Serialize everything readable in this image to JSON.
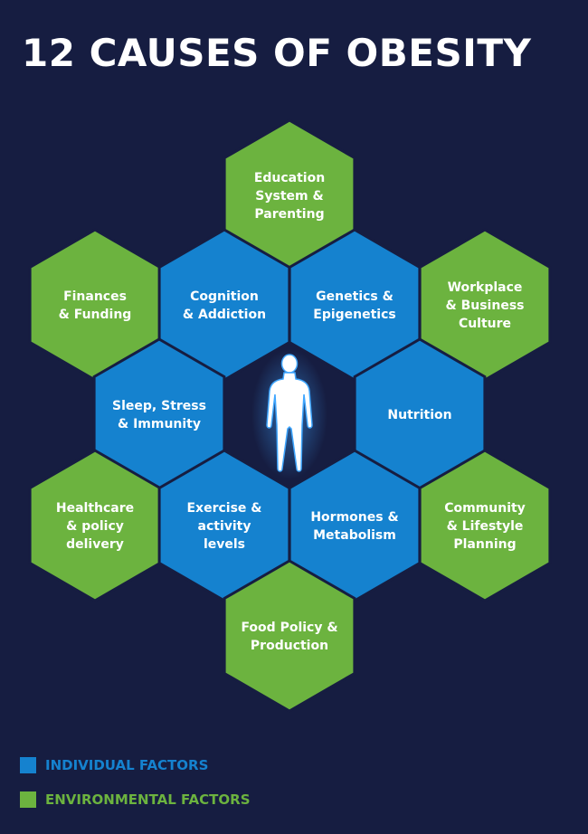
{
  "title": "12 CAUSES OF OBESITY",
  "colors": {
    "background": "#161d41",
    "individual": "#1582cf",
    "environmental": "#6cb33f",
    "outline": "#161d41",
    "figure": "#ffffff",
    "figure_glow": "#3fa6ff"
  },
  "legend": [
    {
      "label": "INDIVIDUAL FACTORS",
      "category": "individual"
    },
    {
      "label": "ENVIRONMENTAL FACTORS",
      "category": "environmental"
    }
  ],
  "center_icon": "human-body-icon",
  "causes": [
    {
      "id": "education",
      "category": "environmental",
      "lines": [
        "Education",
        "System &",
        "Parenting"
      ]
    },
    {
      "id": "finances",
      "category": "environmental",
      "lines": [
        "Finances",
        "& Funding"
      ]
    },
    {
      "id": "cognition",
      "category": "individual",
      "lines": [
        "Cognition",
        "& Addiction"
      ]
    },
    {
      "id": "genetics",
      "category": "individual",
      "lines": [
        "Genetics &",
        "Epigenetics"
      ]
    },
    {
      "id": "workplace",
      "category": "environmental",
      "lines": [
        "Workplace",
        "& Business",
        "Culture"
      ]
    },
    {
      "id": "sleep",
      "category": "individual",
      "lines": [
        "Sleep, Stress",
        "& Immunity"
      ]
    },
    {
      "id": "nutrition",
      "category": "individual",
      "lines": [
        "Nutrition"
      ]
    },
    {
      "id": "healthcare",
      "category": "environmental",
      "lines": [
        "Healthcare",
        "& policy",
        "delivery"
      ]
    },
    {
      "id": "exercise",
      "category": "individual",
      "lines": [
        "Exercise &",
        "activity",
        "levels"
      ]
    },
    {
      "id": "hormones",
      "category": "individual",
      "lines": [
        "Hormones &",
        "Metabolism"
      ]
    },
    {
      "id": "community",
      "category": "environmental",
      "lines": [
        "Community",
        "& Lifestyle",
        "Planning"
      ]
    },
    {
      "id": "food",
      "category": "environmental",
      "lines": [
        "Food Policy &",
        "Production"
      ]
    }
  ]
}
